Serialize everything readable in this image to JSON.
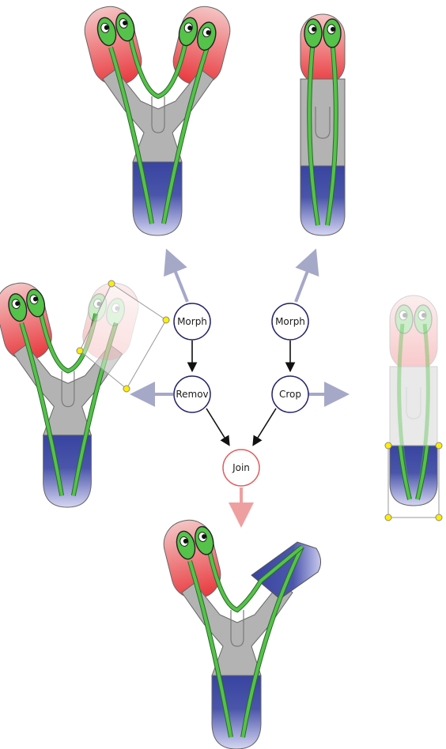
{
  "nodes": {
    "morph_left": "Morph",
    "morph_right": "Morph",
    "remove": "Remov",
    "crop": "Crop",
    "join": "Join"
  },
  "colors": {
    "head_red": "#e8393e",
    "head_pink": "#f2b5b5",
    "body_gray": "#b3b3b3",
    "foot_blue": "#3845a0",
    "foot_lavender": "#c8c8ee",
    "strap_green": "#4fb248",
    "eye_green": "#55c24a",
    "node_ring": "#23236a",
    "join_ring": "#e06060",
    "arrow_gray": "#a6a8c8",
    "arrow_pink": "#eea0a0",
    "handle_yellow": "#ffee00"
  }
}
